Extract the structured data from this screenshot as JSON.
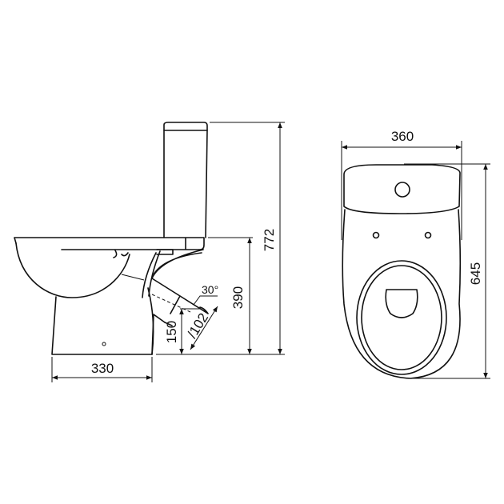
{
  "side_view": {
    "dimensions": {
      "total_height": "772",
      "seat_height": "390",
      "base_depth": "330",
      "outlet_height": "150",
      "outlet_diameter": "/102",
      "outlet_angle": "30°"
    }
  },
  "top_view": {
    "dimensions": {
      "width": "360",
      "length": "645"
    }
  },
  "colors": {
    "line": "#111111",
    "background": "#ffffff"
  }
}
